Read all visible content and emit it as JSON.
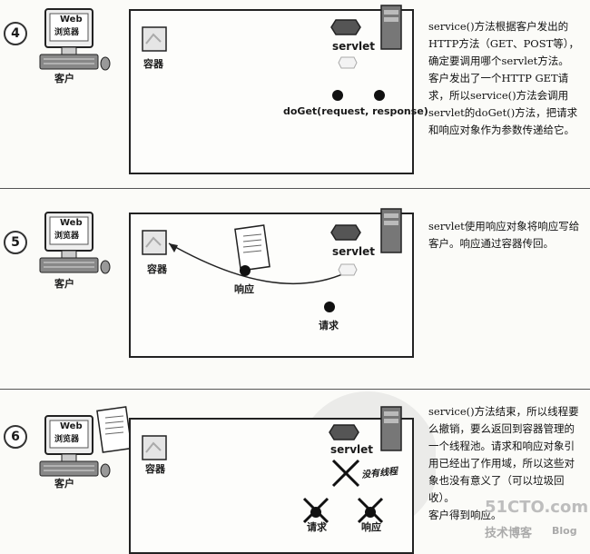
{
  "steps": [
    {
      "number": "4",
      "client_label": "客户",
      "browser_label_line1": "Web",
      "browser_label_line2": "浏览器",
      "container_label": "容器",
      "servlet_label": "servlet",
      "call_label": "doGet(request, response)",
      "description": "service()方法根据客户发出的HTTP方法（GET、POST等），确定要调用哪个servlet方法。\n客户发出了一个HTTP GET请求，所以service()方法会调用servlet的doGet()方法，把请求和响应对象作为参数传递给它。"
    },
    {
      "number": "5",
      "client_label": "客户",
      "browser_label_line1": "Web",
      "browser_label_line2": "浏览器",
      "container_label": "容器",
      "servlet_label": "servlet",
      "response_label": "响应",
      "request_label": "请求",
      "description": "servlet使用响应对象将响应写给客户。响应通过容器传回。"
    },
    {
      "number": "6",
      "client_label": "客户",
      "browser_label_line1": "Web",
      "browser_label_line2": "浏览器",
      "container_label": "容器",
      "servlet_label": "servlet",
      "no_thread_label": "没有线程",
      "request_label": "请求",
      "response_label": "响应",
      "description": "service()方法结束，所以线程要么撤销，要么返回到容器管理的一个线程池。请求和响应对象引用已经出了作用域，所以这些对象也没有意义了（可以垃圾回收）。\n客户得到响应。"
    }
  ],
  "watermark": {
    "site": "51CTO.com",
    "blog_cn": "技术博客",
    "blog_en": "Blog"
  }
}
